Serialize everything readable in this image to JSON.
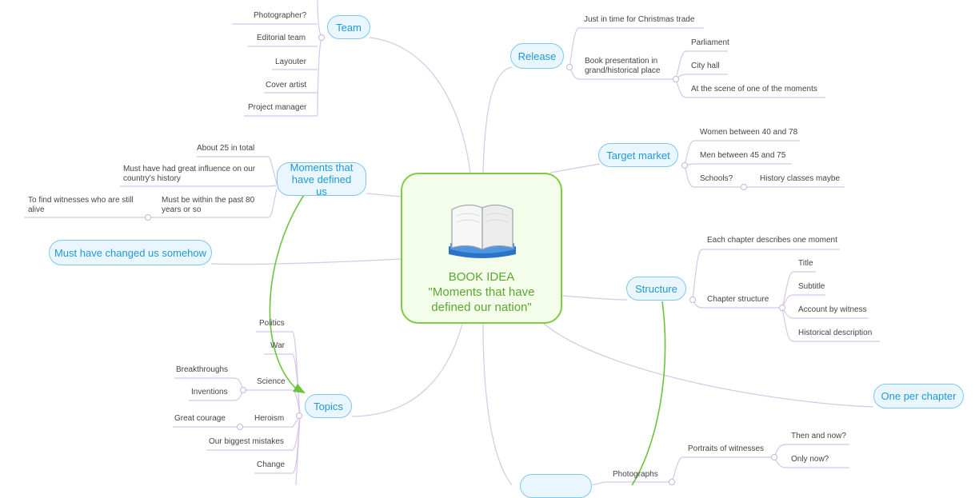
{
  "central": {
    "title": "BOOK IDEA\n\"Moments that have\ndefined our nation\"",
    "icon": "open-book-icon"
  },
  "colors": {
    "branch_line": "#d8c6ea",
    "topic_border": "#7ec8ee",
    "topic_fill": "#e9f6fd",
    "topic_text": "#1e9ad6",
    "central_border": "#7dcc44",
    "central_text": "#5aa832",
    "relation_arrow": "#6cc43c"
  },
  "topics": {
    "team": {
      "label": "Team",
      "items": [
        "Photographer?",
        "Editorial team",
        "Layouter",
        "Cover artist",
        "Project manager"
      ]
    },
    "moments": {
      "label": "Moments that have defined us",
      "items": [
        "About 25 in total",
        "Must have had great influence on our country's history",
        "Must be within the past 80 years or so"
      ],
      "sub_item": "To find witnesses who are still alive"
    },
    "changed": {
      "label": "Must have changed us somehow"
    },
    "topics": {
      "label": "Topics",
      "items": [
        "Politics",
        "War",
        "Science",
        "Heroism",
        "Our biggest mistakes",
        "Change"
      ],
      "science_items": [
        "Breakthroughs",
        "Inventions"
      ],
      "heroism_items": [
        "Great courage"
      ]
    },
    "release": {
      "label": "Release",
      "items": [
        "Just in time for Christmas trade",
        "Book presentation in grand/historical place"
      ],
      "place_items": [
        "Parliament",
        "City hall",
        "At the scene of one of the moments"
      ]
    },
    "target": {
      "label": "Target market",
      "items": [
        "Women between 40 and 78",
        "Men between 45 and 75",
        "Schools?"
      ],
      "school_items": [
        "History classes maybe"
      ]
    },
    "structure": {
      "label": "Structure",
      "items": [
        "Each chapter describes one moment",
        "Chapter structure"
      ],
      "chapter_items": [
        "Title",
        "Subtitle",
        "Account by witness",
        "Historical description"
      ]
    },
    "one_per": {
      "label": "One per chapter"
    },
    "bottom": {
      "label": "",
      "items": [
        "Photographs"
      ],
      "portrait_label": "Portraits of witnesses",
      "portrait_items": [
        "Then and now?",
        "Only now?"
      ]
    }
  }
}
